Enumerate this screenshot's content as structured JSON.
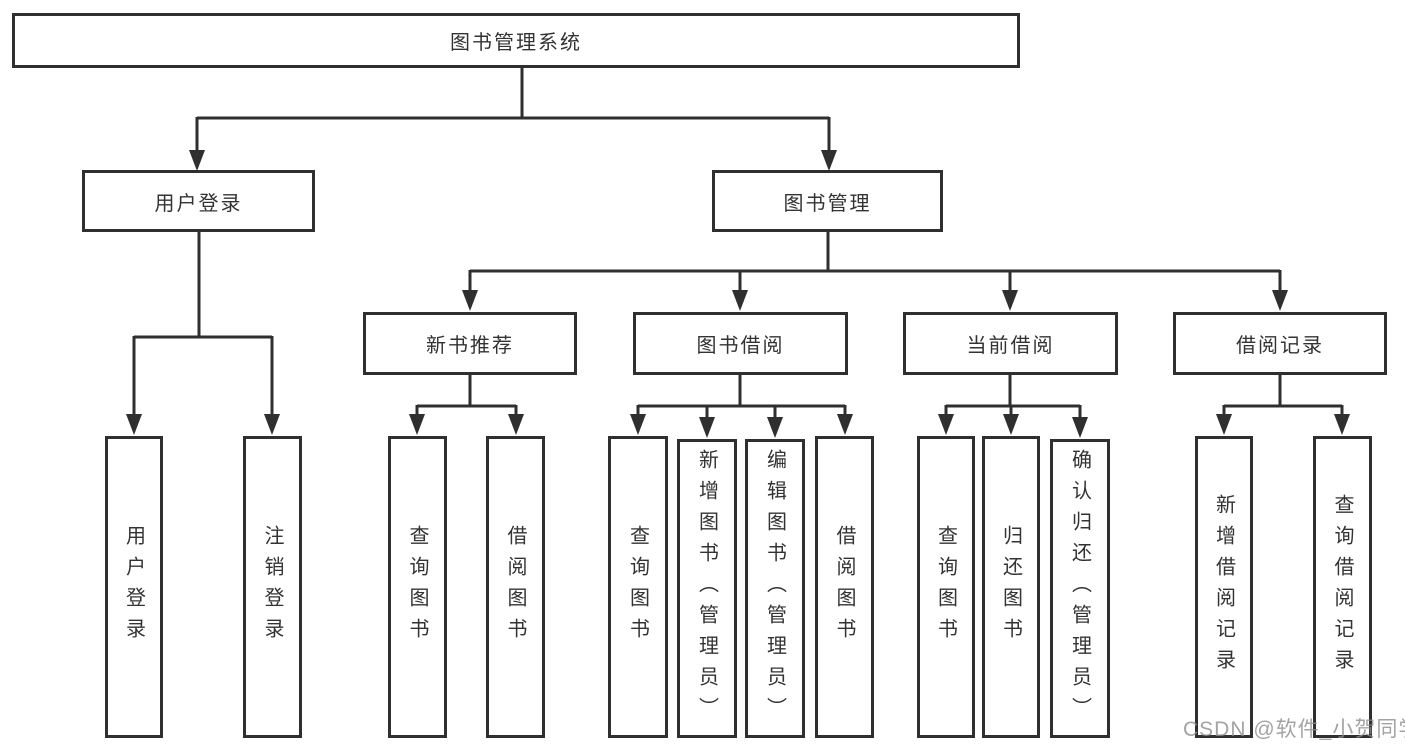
{
  "tree": {
    "root": {
      "label": "图书管理系统",
      "children": [
        {
          "label": "用户登录",
          "children": [
            {
              "label": "用户登录"
            },
            {
              "label": "注销登录"
            }
          ]
        },
        {
          "label": "图书管理",
          "children": [
            {
              "label": "新书推荐",
              "children": [
                {
                  "label": "查询图书"
                },
                {
                  "label": "借阅图书"
                }
              ]
            },
            {
              "label": "图书借阅",
              "children": [
                {
                  "label": "查询图书"
                },
                {
                  "label": "新增图书（管理员）"
                },
                {
                  "label": "编辑图书（管理员）"
                },
                {
                  "label": "借阅图书"
                }
              ]
            },
            {
              "label": "当前借阅",
              "children": [
                {
                  "label": "查询图书"
                },
                {
                  "label": "归还图书"
                },
                {
                  "label": "确认归还（管理员）"
                }
              ]
            },
            {
              "label": "借阅记录",
              "children": [
                {
                  "label": "新增借阅记录"
                },
                {
                  "label": "查询借阅记录"
                }
              ]
            }
          ]
        }
      ]
    }
  },
  "watermark": {
    "text": "CSDN @软件_小贺同学"
  },
  "colors": {
    "line": "#2f2f2f",
    "text": "#333333",
    "watermark": "#8d8d8d",
    "background": "#ffffff"
  }
}
